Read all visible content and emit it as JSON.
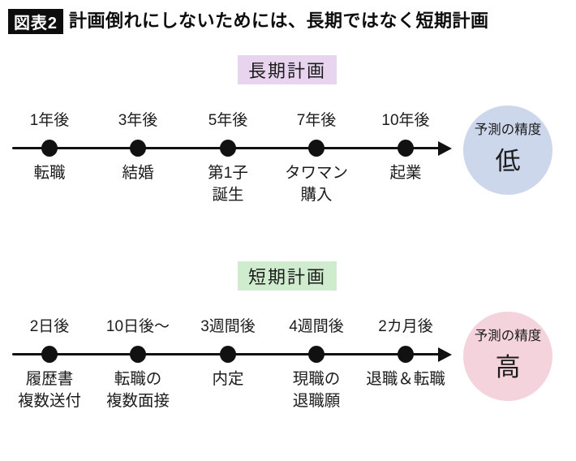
{
  "header": {
    "badge": "図表2",
    "title": "計画倒れにしないためには、長期ではなく短期計画"
  },
  "colors": {
    "long_term_label_bg": "#e8d4ef",
    "short_term_label_bg": "#cfecce",
    "low_circle_bg": "#ccd7ec",
    "high_circle_bg": "#f4d3dd",
    "badge_bg": "#0d0d0d",
    "axis": "#111111"
  },
  "timelines": [
    {
      "label": "長期計画",
      "label_bg": "#e8d4ef",
      "items": [
        {
          "time": "1年後",
          "event": "転職"
        },
        {
          "time": "3年後",
          "event": "結婚"
        },
        {
          "time": "5年後",
          "event": "第1子\n誕生"
        },
        {
          "time": "7年後",
          "event": "タワマン\n購入"
        },
        {
          "time": "10年後",
          "event": "起業"
        }
      ],
      "accuracy": {
        "caption": "予測の精度",
        "value": "低",
        "bg": "#ccd7ec"
      }
    },
    {
      "label": "短期計画",
      "label_bg": "#cfecce",
      "items": [
        {
          "time": "2日後",
          "event": "履歴書\n複数送付"
        },
        {
          "time": "10日後〜",
          "event": "転職の\n複数面接"
        },
        {
          "time": "3週間後",
          "event": "内定"
        },
        {
          "time": "4週間後",
          "event": "現職の\n退職願"
        },
        {
          "time": "2カ月後",
          "event": "退職＆転職"
        }
      ],
      "accuracy": {
        "caption": "予測の精度",
        "value": "高",
        "bg": "#f4d3dd"
      }
    }
  ]
}
